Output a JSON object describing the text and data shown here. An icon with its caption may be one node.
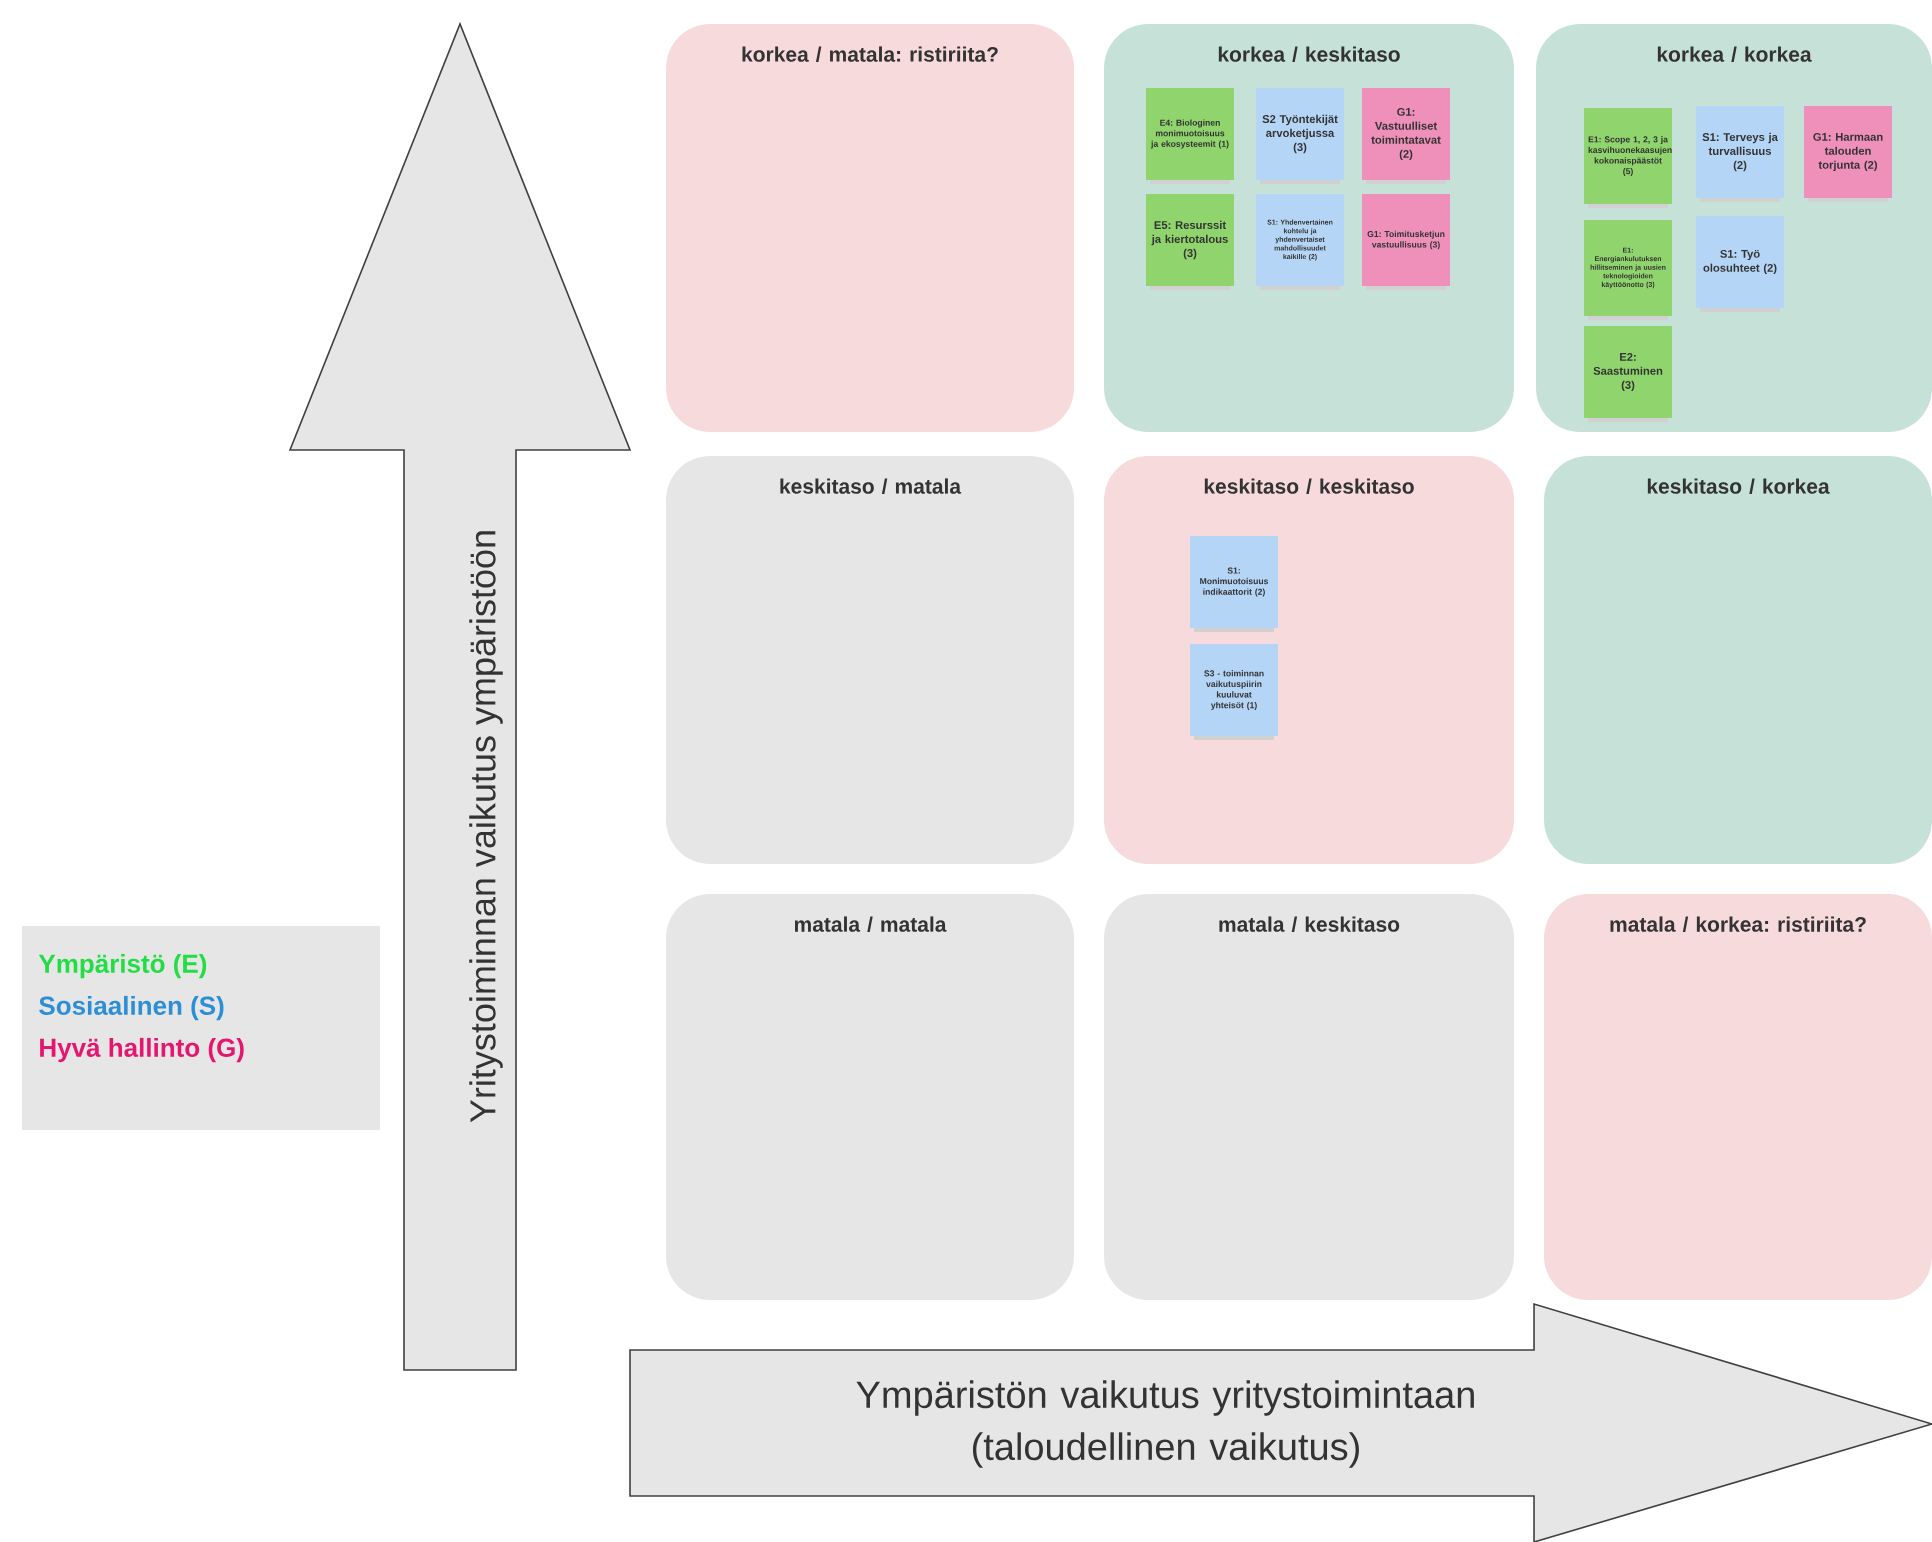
{
  "diagram": {
    "nodes": [
      {
        "text": [
          "korkea / matala: ristiriita?"
        ]
      },
      {
        "text": [
          "korkea / keskitaso"
        ]
      },
      {
        "text": [
          "E4: Biologinen monimuotoisuus ja ekosysteemit (1)"
        ],
        "in": 1
      },
      {
        "text": [
          "S2 Työntekijät arvoketjussa (3)"
        ],
        "in": 1
      },
      {
        "text": [
          "G1: Vastuulliset toimintatavat (2)"
        ],
        "in": 1
      },
      {
        "text": [
          "E5: Resurssit ja kiertotalous (3)"
        ],
        "in": 1
      },
      {
        "text": [
          "S1: Yhdenvertainen kohtelu ja yhdenvertaiset mahdollisuudet kaikille (2)"
        ],
        "in": 1
      },
      {
        "text": [
          "G1: Toimitusketjun vastuullisuus (3)"
        ],
        "in": 1
      },
      {
        "text": [
          "korkea / korkea"
        ]
      },
      {
        "text": [
          "E1: Scope 1, 2, 3 ja kasvihuonekaasujen kokonaispäästöt (5)"
        ],
        "in": 8
      },
      {
        "text": [
          "S1: Terveys ja turvallisuus (2)"
        ],
        "in": 8
      },
      {
        "text": [
          "G1: Harmaan talouden torjunta (2)"
        ],
        "in": 8
      },
      {
        "text": [
          "E1: Energiankulutuksen hillitseminen ja uusien teknologioiden käyttöönotto (3)"
        ],
        "in": 8
      },
      {
        "text": [
          "S1: Työ olosuhteet (2)"
        ],
        "in": 8
      },
      {
        "text": [
          "E2: Saastuminen (3)"
        ],
        "in": 8
      },
      {
        "text": [
          "keskitaso / matala"
        ]
      },
      {
        "text": [
          "keskitaso / keskitaso"
        ]
      },
      {
        "text": [
          "S1: Monimuotoisuus indikaattorit (2)"
        ],
        "in": 16
      },
      {
        "text": [
          "S3 - toiminnan vaikutuspiirin kuuluvat yhteisöt (1)"
        ],
        "in": 16
      },
      {
        "text": [
          "keskitaso / korkea"
        ]
      },
      {
        "text": [
          "matala / matala"
        ]
      },
      {
        "text": [
          "matala / keskitaso"
        ]
      },
      {
        "text": [
          "matala / korkea: ristiriita?"
        ]
      },
      {
        "text": [
          "Yritystoiminnan vaikutus ympäristöön"
        ]
      },
      {
        "text": [
          "Ympäristön vaikutus yritystoimintaan (taloudellinen vaikutus)"
        ]
      }
    ],
    "legend": [
      {
        "text": "Ympäristö (E)",
        "color": "#22dd44"
      },
      {
        "text": "Sosiaalinen (S)",
        "color": "#2c8fd6"
      },
      {
        "text": "Hyvä hallinto (G)",
        "color": "#e5166f"
      }
    ]
  }
}
